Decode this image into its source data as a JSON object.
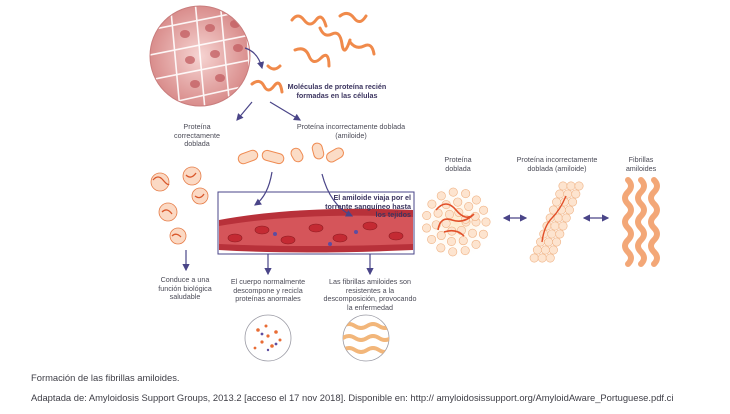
{
  "labels": {
    "new_proteins": "Moléculas de proteína recién formadas en las células",
    "correct_protein": "Proteína correctamente doblada",
    "misfolded_protein": "Proteína incorrectamente doblada (amiloide)",
    "bloodstream": "El amiloide viaja por el torrente sanguíneo hasta los tejidos",
    "healthy_function": "Conduce a una función biológica saludable",
    "body_recycles": "El cuerpo normalmente descompone y recicla proteínas anormales",
    "fibrils_resistant": "Las fibrillas amiloides son resistentes a la descomposición, provocando la enfermedad",
    "right_folded": "Proteína doblada",
    "right_misfolded": "Proteína incorrectamente doblada (amiloide)",
    "right_fibrils": "Fibrillas amiloides"
  },
  "caption": {
    "title": "Formación de las fibrillas amiloides.",
    "source": "Adaptada de: Amyloidosis Support Groups, 2013.2 [acceso el 17 nov 2018]. Disponible en: http:// amyloidosissupport.org/AmyloidAware_Portuguese.pdf.ci"
  },
  "colors": {
    "arrow": "#4a4588",
    "protein": "#f08a4b",
    "blood_vessel": "#b8313a",
    "cell": "#e8a7a4"
  }
}
